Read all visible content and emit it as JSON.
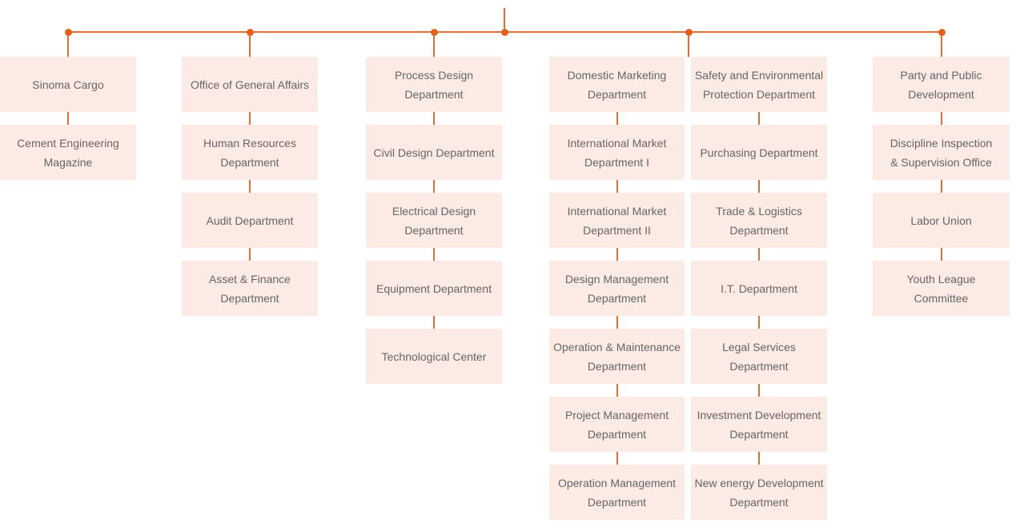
{
  "org_chart": {
    "type": "organization-chart",
    "columns": [
      {
        "id": "col-1",
        "departments": [
          "Sinoma Cargo",
          "Cement Engineering\nMagazine"
        ]
      },
      {
        "id": "col-2",
        "departments": [
          "Office of General Affairs",
          "Human Resources\nDepartment",
          "Audit Department",
          "Asset & Finance\nDepartment"
        ]
      },
      {
        "id": "col-3",
        "departments": [
          "Process Design\nDepartment",
          "Civil Design Department",
          "Electrical Design\nDepartment",
          "Equipment Department",
          "Technological Center"
        ]
      },
      {
        "id": "col-4",
        "departments": [
          "Domestic Marketing\nDepartment",
          "International Market\nDepartment I",
          "International Market\nDepartment II",
          "Design Management\nDepartment",
          "Operation & Maintenance\nDepartment",
          "Project Management\nDepartment",
          "Operation Management\nDepartment"
        ]
      },
      {
        "id": "col-5",
        "departments": [
          "Safety and Environmental\nProtection Department",
          "Purchasing Department",
          "Trade & Logistics\nDepartment",
          "I.T. Department",
          "Legal Services\nDepartment",
          "Investment Development\nDepartment",
          "New energy Development\nDepartment"
        ]
      },
      {
        "id": "col-6",
        "departments": [
          "Party and Public\nDevelopment",
          "Discipline Inspection\n& Supervision Office",
          "Labor Union",
          "Youth League\nCommittee"
        ]
      }
    ],
    "colors": {
      "background": "#ffffff",
      "box_background": "#fceae5",
      "connector_line": "#dd7038",
      "connector_dot": "#e2621d",
      "text": "#666666"
    }
  }
}
